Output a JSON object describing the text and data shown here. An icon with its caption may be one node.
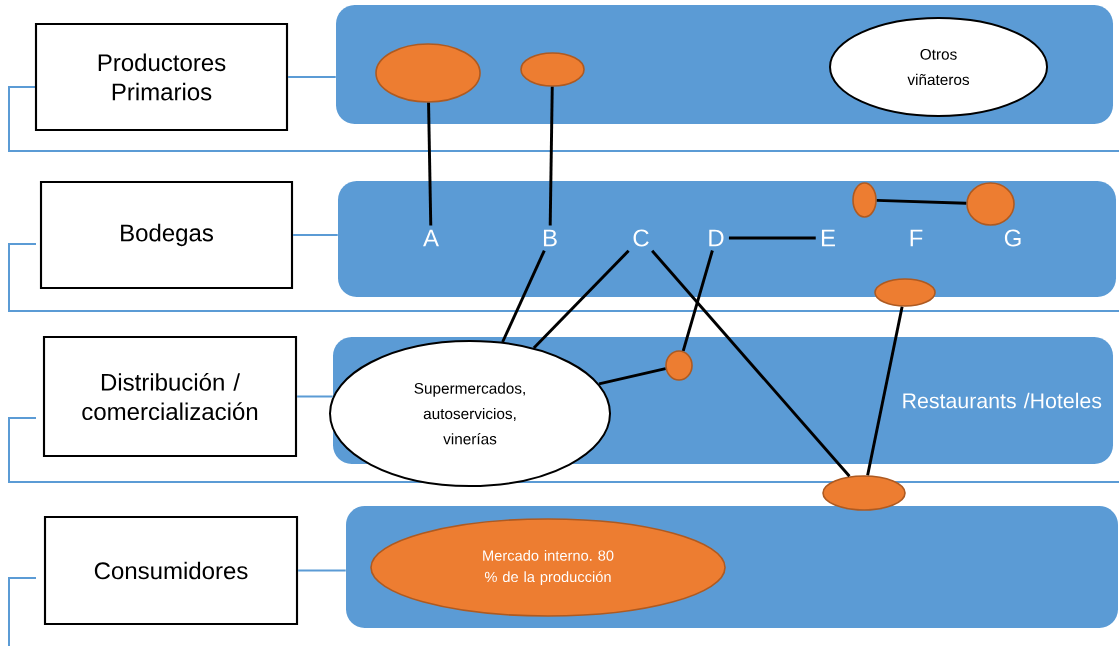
{
  "diagram": {
    "nodes": [
      {
        "text": [
          "Productores Primarios"
        ]
      },
      {
        "text": [],
        "shape": "box"
      },
      {
        "text": [],
        "shape": "circle",
        "in": 1
      },
      {
        "text": [],
        "shape": "circle",
        "in": 1
      },
      {
        "text": [
          "Otros viñateros"
        ],
        "in": 1
      },
      {
        "text": [
          "Bodegas"
        ]
      },
      {
        "text": [],
        "shape": "box"
      },
      {
        "text": [
          "A"
        ],
        "in": 6
      },
      {
        "text": [
          "B"
        ],
        "in": 6
      },
      {
        "text": [
          "C"
        ],
        "in": 6
      },
      {
        "text": [
          "D"
        ],
        "in": 6
      },
      {
        "text": [
          "E"
        ],
        "in": 6
      },
      {
        "text": [
          "F"
        ],
        "in": 6
      },
      {
        "text": [
          "G"
        ],
        "in": 6
      },
      {
        "text": [],
        "shape": "circle",
        "in": 6
      },
      {
        "text": [],
        "shape": "circle",
        "in": 6
      },
      {
        "text": [],
        "shape": "circle"
      },
      {
        "text": [
          "Distribución / comercialización"
        ]
      },
      {
        "text": [
          "Restaurants /Hoteles"
        ]
      },
      {
        "text": [
          "Supermercados, autoservicios, vinerías"
        ]
      },
      {
        "text": [],
        "shape": "circle",
        "in": 18
      },
      {
        "text": [],
        "shape": "circle"
      },
      {
        "text": [
          "Consumidores"
        ]
      },
      {
        "text": [],
        "shape": "box"
      },
      {
        "text": [
          "Mercado interno. 80 % de la producción"
        ],
        "in": 23
      }
    ],
    "edges": [
      {
        "from": 0,
        "to": 1,
        "arrow": "none",
        "color": "#5b9bd5"
      },
      {
        "from": 2,
        "to": 7,
        "arrow": "none"
      },
      {
        "from": 3,
        "to": 8,
        "arrow": "none"
      },
      {
        "from": 5,
        "to": 6,
        "arrow": "none",
        "color": "#5b9bd5"
      },
      {
        "from": 10,
        "to": 11,
        "arrow": "none"
      },
      {
        "from": 14,
        "to": 15,
        "arrow": "none"
      },
      {
        "from": 8,
        "to": 19,
        "arrow": "none"
      },
      {
        "from": 9,
        "to": 19,
        "arrow": "none"
      },
      {
        "from": 9,
        "to": 21,
        "arrow": "none"
      },
      {
        "from": 10,
        "to": 20,
        "arrow": "none"
      },
      {
        "from": 20,
        "to": 19,
        "arrow": "none"
      },
      {
        "from": 16,
        "to": 21,
        "arrow": "none"
      },
      {
        "from": 17,
        "to": 18,
        "arrow": "none",
        "color": "#5b9bd5"
      },
      {
        "from": 22,
        "to": 23,
        "arrow": "none",
        "color": "#5b9bd5"
      }
    ]
  }
}
